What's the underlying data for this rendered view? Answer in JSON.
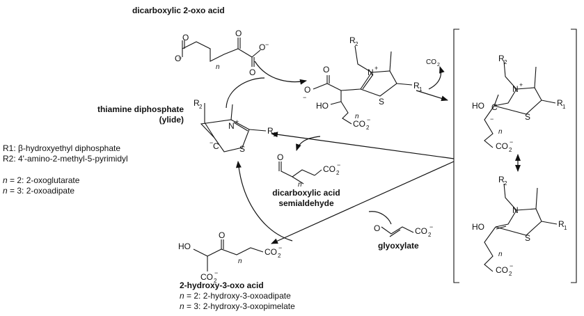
{
  "labels": {
    "dicarboxylic_oxo_acid": "dicarboxylic 2-oxo acid",
    "thiamine_line1": "thiamine diphosphate",
    "thiamine_line2": "(ylide)",
    "semialdehyde_line1": "dicarboxylic acid",
    "semialdehyde_line2": "semialdehyde",
    "glyoxylate": "glyoxylate",
    "hydroxy_oxo_acid": "2-hydroxy-3-oxo acid",
    "co2": "CO"
  },
  "legend": {
    "r1": "R1: β-hydroxyethyl diphosphate",
    "r2": "R2: 4'-amino-2-methyl-5-pyrimidyl",
    "n_symbol": "n",
    "n2": " = 2: 2-oxoglutarate",
    "n3": " = 3: 2-oxoadipate"
  },
  "product_legend": {
    "n_symbol": "n",
    "n2": " = 2: 2-hydroxy-3-oxoadipate",
    "n3": " = 3: 2-hydroxy-3-oxopimelate"
  },
  "atoms": {
    "R": "R",
    "sub1": "1",
    "sub2": "2",
    "N": "N",
    "S": "S",
    "O": "O",
    "HO": "HO",
    "CO2": "CO",
    "n": "n",
    "plus": "+",
    "minus": "−",
    "C": "C"
  }
}
